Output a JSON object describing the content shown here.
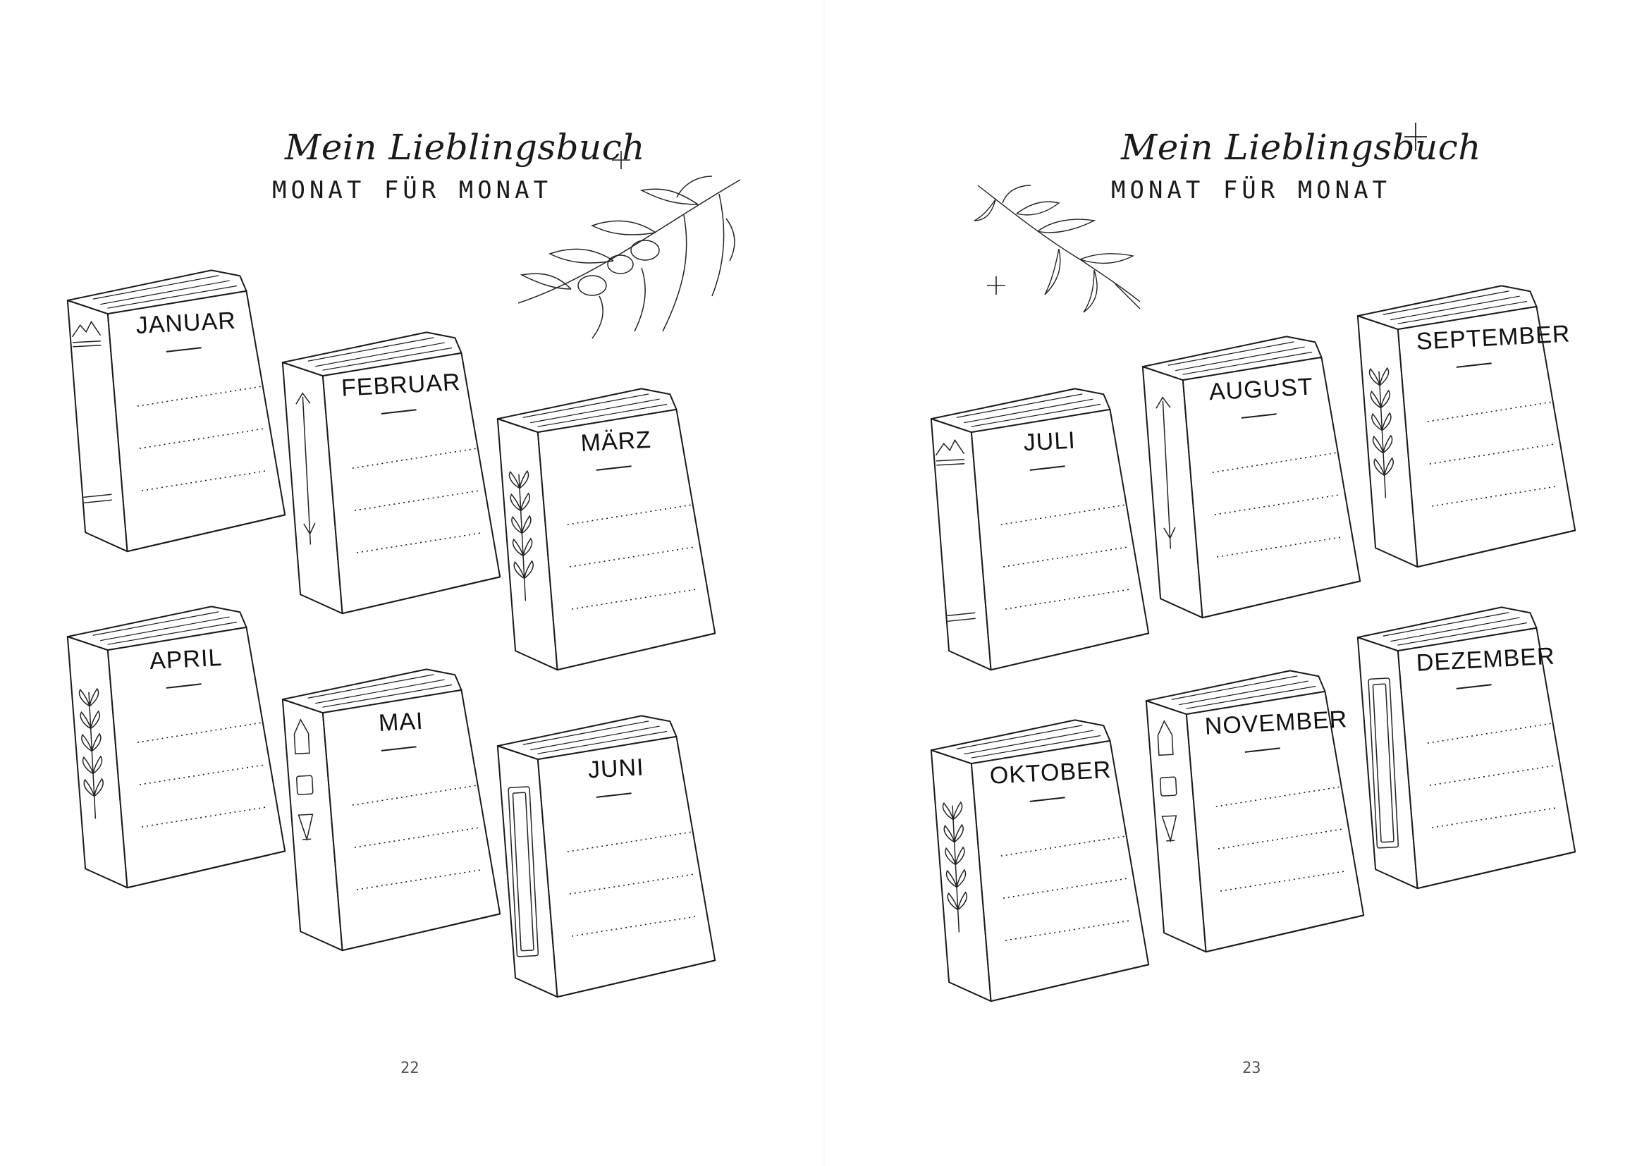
{
  "pages": [
    {
      "title_script": "Mein Lieblingsbuch",
      "title_sub": "MONAT FÜR MONAT",
      "page_number": "22",
      "months": [
        "JANUAR",
        "FEBRUAR",
        "MÄRZ",
        "APRIL",
        "MAI",
        "JUNI"
      ]
    },
    {
      "title_script": "Mein Lieblingsbuch",
      "title_sub": "MONAT FÜR MONAT",
      "page_number": "23",
      "months": [
        "JULI",
        "AUGUST",
        "SEPTEMBER",
        "OKTOBER",
        "NOVEMBER",
        "DEZEMBER"
      ]
    }
  ],
  "icons": [
    "olive-branch-icon",
    "sparkle-icon",
    "book-icon",
    "leaf-spine-icon"
  ],
  "colors": {
    "ink": "#1a1a1a",
    "paper": "#ffffff"
  }
}
